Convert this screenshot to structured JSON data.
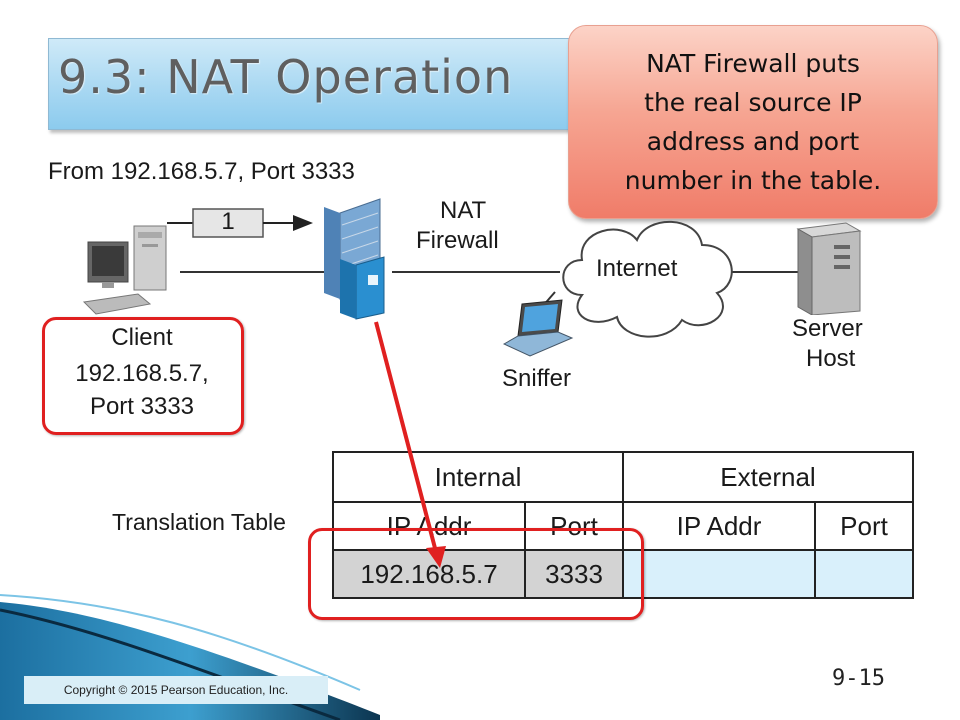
{
  "slide": {
    "title": "9.3: NAT Operation",
    "callout": "NAT Firewall puts\nthe real source IP\naddress and port\nnumber in the table.",
    "from_label": "From 192.168.5.7, Port 3333",
    "packet_number": "1",
    "nat_label_1": "NAT",
    "nat_label_2": "Firewall",
    "internet_label": "Internet",
    "server_label_1": "Server",
    "server_label_2": "Host",
    "sniffer_label": "Sniffer",
    "client_label_1": "Client",
    "client_label_2": "192.168.5.7,",
    "client_label_3": "Port 3333",
    "table_label": "Translation Table",
    "copyright": "Copyright © 2015 Pearson Education, Inc.",
    "page_number": "9-15"
  },
  "translation_table": {
    "group_headers": [
      "Internal",
      "External"
    ],
    "columns": [
      "IP Addr",
      "Port",
      "IP Addr",
      "Port"
    ],
    "rows": [
      [
        "192.168.5.7",
        "3333",
        "",
        ""
      ]
    ]
  },
  "colors": {
    "title_bar": "#a9d8f2",
    "callout": "#f6a592",
    "highlight": "#e02020",
    "internal_cells": "#d3d3d3",
    "external_cells": "#d9f0fb"
  }
}
